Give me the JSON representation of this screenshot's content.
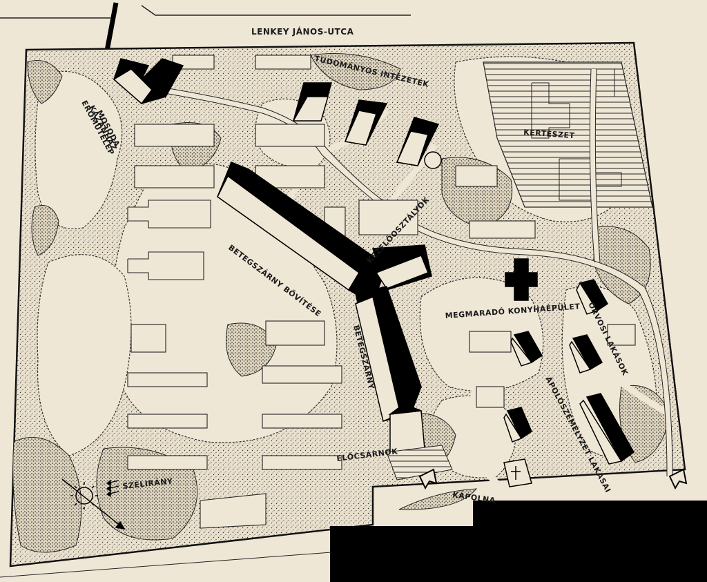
{
  "map": {
    "street": "LENKEY JÁNOS-UTCA",
    "labels": {
      "research": "TUDOMÁNYOS INTÉZETEK",
      "power_plant_line1": "ERŐMŰTELEP",
      "power_plant_line2": "KAZÁNHÁZ",
      "power_plant_line3": "MOSODA",
      "garden": "KERTÉSZET",
      "treatment": "KEZELŐOSZTÁLYOK",
      "ward_extension": "BETEGSZÁRNY BŐVÍTÉSE",
      "ward": "BETEGSZÁRNY",
      "kitchen": "MEGMARADÓ KONYHAÉPÜLET",
      "doctors": "ORVOSI LAKÁSOK",
      "staff": "ÁPOLÓSZEMÉLYZET LAKÁSAI",
      "lobby": "ELŐCSARNOK",
      "chapel": "KÁPOLNA",
      "wind": "SZÉLIRÁNY"
    }
  },
  "colors": {
    "paper": "#efe7d6",
    "ink": "#1a1a1a",
    "block": "#000000"
  }
}
